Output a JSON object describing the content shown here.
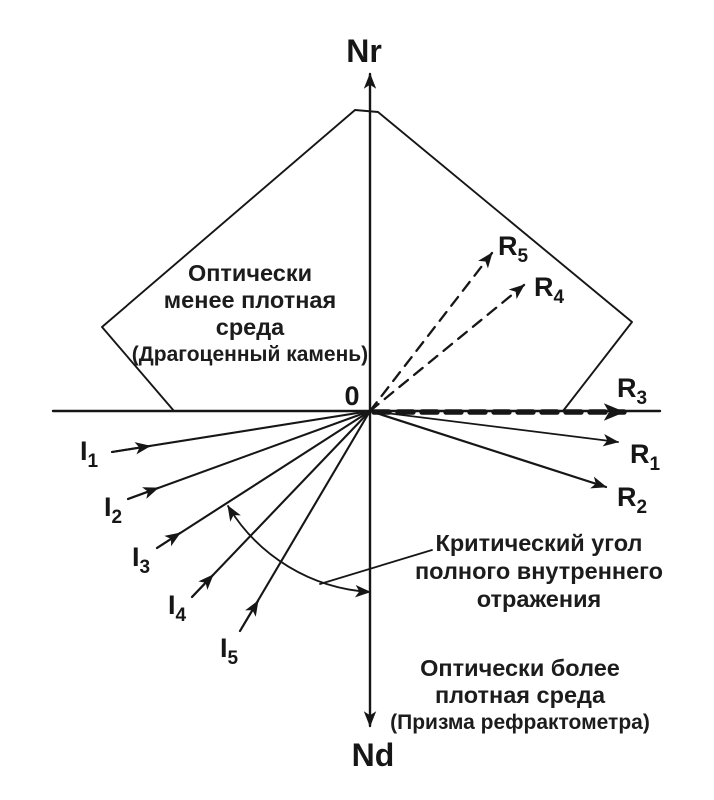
{
  "figure": {
    "axes": {
      "top_label": "Nr",
      "bottom_label": "Nd",
      "origin_label": "0"
    },
    "rays": {
      "incident": [
        {
          "main": "I",
          "sub": "1"
        },
        {
          "main": "I",
          "sub": "2"
        },
        {
          "main": "I",
          "sub": "3"
        },
        {
          "main": "I",
          "sub": "4"
        },
        {
          "main": "I",
          "sub": "5"
        }
      ],
      "reflected": [
        {
          "main": "R",
          "sub": "1"
        },
        {
          "main": "R",
          "sub": "2"
        }
      ],
      "refracted": [
        {
          "main": "R",
          "sub": "3"
        },
        {
          "main": "R",
          "sub": "4"
        },
        {
          "main": "R",
          "sub": "5"
        }
      ]
    },
    "annotations": {
      "upper_medium": {
        "line1": "Оптически",
        "line2": "менее плотная",
        "line3": "среда",
        "subtitle": "(Драгоценный камень)"
      },
      "critical_angle": {
        "line1": "Критический угол",
        "line2": "полного внутреннего",
        "line3": "отражения"
      },
      "lower_medium": {
        "line1": "Оптически более",
        "line2": "плотная среда",
        "subtitle": "(Призма рефрактометра)"
      }
    },
    "colors": {
      "ink": "#161616",
      "background": "#ffffff"
    }
  }
}
